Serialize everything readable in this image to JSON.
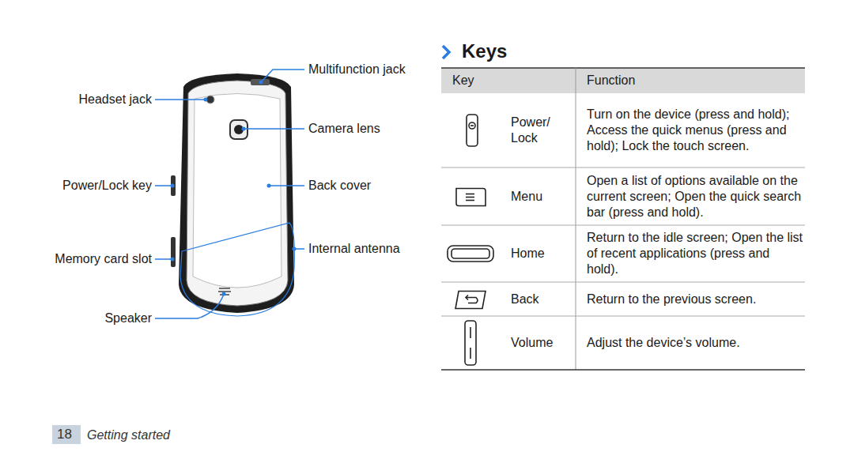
{
  "diagram": {
    "title": "Keys",
    "labels": [
      "Multifunction jack",
      "Headset jack",
      "Camera lens",
      "Power/Lock key",
      "Back cover",
      "Internal antenna",
      "Memory card slot",
      "Speaker",
      "Key",
      "Function",
      "Power/ Lock",
      "Turn on the device (press and hold); Access the quick menus (press and hold); Lock the touch screen.",
      "Menu",
      "Open a list of options available on the current screen; Open the quick search bar (press and hold).",
      "Home",
      "Return to the idle screen; Open the list of recent applications (press and hold).",
      "Back",
      "Return to the previous screen.",
      "Volume",
      "Adjust the device’s volume.",
      "18",
      "Getting started"
    ]
  }
}
